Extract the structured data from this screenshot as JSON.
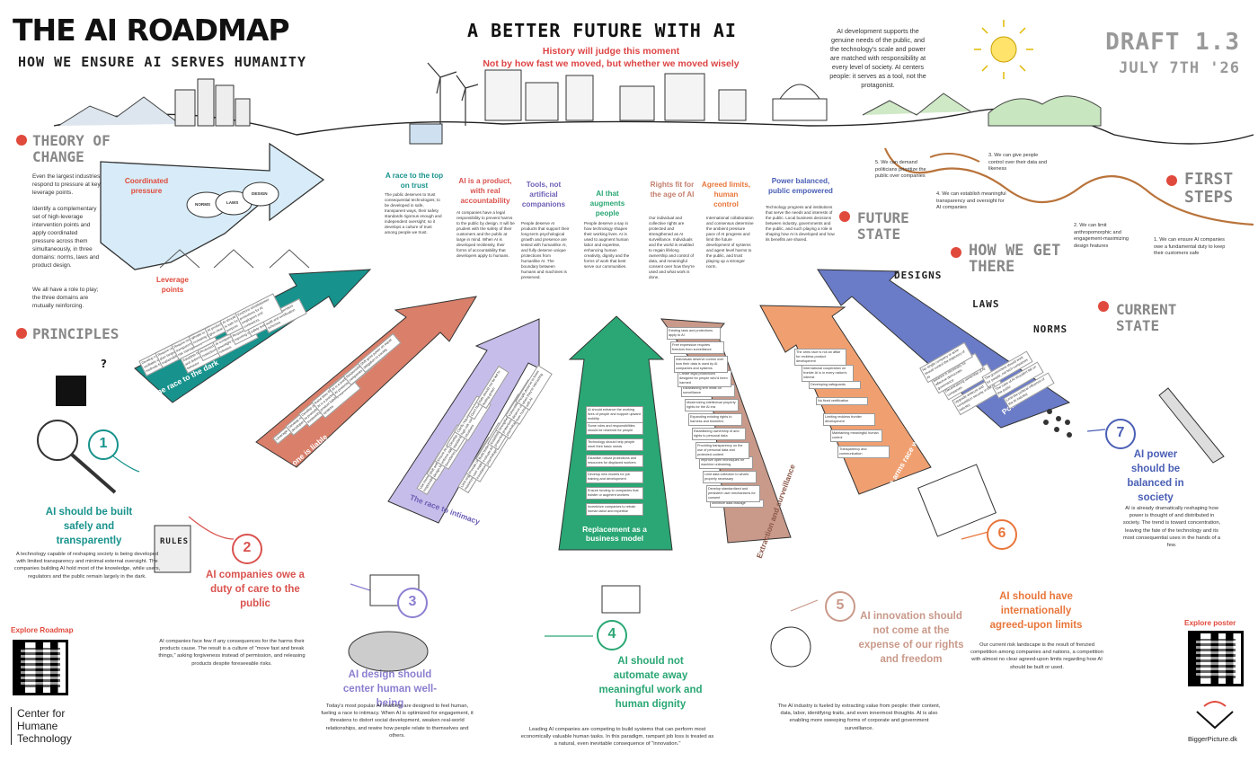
{
  "header": {
    "title": "THE AI ROADMAP",
    "subtitle": "HOW WE ENSURE AI SERVES HUMANITY",
    "center_title": "A BETTER FUTURE WITH AI",
    "tagline_1": "History will judge this moment",
    "tagline_2": "Not by how fast we moved, but whether we moved wisely",
    "draft": "DRAFT 1.3",
    "draft_date": "JULY 7TH '26",
    "intro_right": "AI development supports the genuine needs of the public, and the technology's scale and power are matched with responsibility at every level of society. AI centers people: it serves as a tool, not the protagonist."
  },
  "sections": {
    "theory_of_change": "THEORY OF CHANGE",
    "principles": "PRINCIPLES",
    "future_state": "FUTURE STATE",
    "how_we_get_there": "HOW WE GET THERE",
    "current_state": "CURRENT STATE",
    "first_steps": "FIRST STEPS"
  },
  "theory": {
    "text_1": "Even the largest industries respond to pressure at key leverage points.",
    "text_2": "Identify a complementary set of high-leverage intervention points and apply coordinated pressure across them simultaneously, in three domains: norms, laws and product design.",
    "text_3": "We all have a role to play; the three domains are mutually reinforcing.",
    "coordinated_pressure": "Coordinated pressure",
    "leverage_points": "Leverage points",
    "norms": "NORMS",
    "laws": "LAWS",
    "design": "DESIGN"
  },
  "columns": [
    {
      "head": "A race to the top on trust",
      "color": "#17928c"
    },
    {
      "head": "AI is a product, with real accountability",
      "color": "#d9534f"
    },
    {
      "head": "Tools, not artificial companions",
      "color": "#6b5fb5"
    },
    {
      "head": "AI that augments people",
      "color": "#2aa774"
    },
    {
      "head": "Rights fit for the age of AI",
      "color": "#c47f6e"
    },
    {
      "head": "Agreed limits, human control",
      "color": "#e8763a"
    },
    {
      "head": "Power balanced, public empowered",
      "color": "#4a5fb5"
    }
  ],
  "arrows": [
    {
      "label": "The race to the dark",
      "color": "#17928c"
    },
    {
      "label": "No one is liable",
      "color": "#d97f6a"
    },
    {
      "label": "The race to intimacy",
      "color": "#b3a6dd"
    },
    {
      "label": "Replacement as a business model",
      "color": "#2aa774"
    },
    {
      "label": "Extraction and surveillance",
      "color": "#c9998a"
    },
    {
      "label": "An arms race with no limits",
      "color": "#f0a070"
    },
    {
      "label": "Power in the hands of a few",
      "color": "#6a7bc7"
    }
  ],
  "arrow_steps": {
    "a1": [
      "Develop robust and verifiable evaluation methods for AI",
      "Establish high reliability and deterministic behavior",
      "Require oversight and plan language explainability",
      "Protected \"containers\" or restrictions for AI agents",
      "Require monitoring and transparency testing and risk management",
      "AI companies can't greenlight their own releases",
      "Whistle to configure or reviewing the right way",
      "Require standardized reporting mechanisms",
      "AI products are built to give clear reasoning",
      "Require red-team and safety testing",
      "AI should be as a tool that is safe for specific purpose",
      "Develop independent audit and certification schemes",
      "Enshrine whistleblower protections for AI employees and contractors"
    ],
    "a2": [
      "Leverage strategic litigation",
      "Develop new duties for AI developers",
      "Develop design standards to promote safe and trustworthy development",
      "Raise laws that clarify that AI is a product, and that product liability applies to AI systems",
      "AI is a product, vendors and AI products carry liability",
      "Responsibility lies with companies",
      "Shift grow power on equal obligation to society"
    ],
    "a3": [
      "Use memory features responsibly",
      "Limit engagement-maximizing behaviors",
      "Shift anthropomorphic design features",
      "Provide clear and reliable user support and escalation paths",
      "Ensure AI products enforce appropriate boundaries and end chats",
      "Build better tools to evaluate AI's psychological impact",
      "Develop federal chatbot standards",
      "Establish strong defaulted protections for kids",
      "Clarify requirements for high-risk use cases and situations",
      "Strengthen consumer protections for psychological harms",
      "Don't humanize AI",
      "Vulnerable populations deserve unique protection from humanlike AI",
      "Kids should not be led to feeling grown",
      "People deserve to know when they're interacting with AI"
    ],
    "a4": [
      "Incentivize companies to retrain human labor and expertise",
      "Ensure funding to companies that bolster or augment workers",
      "Develop new models for job training and development",
      "Establish robust protections and resources for displaced workers",
      "Technology should help people meet their basic needs",
      "Some roles and responsibilities should be reserved for people",
      "AI should enhance the working lives of people and support upward mobility"
    ],
    "a5": [
      "Minimize data leakage",
      "Develop standardized and persistent user mechanisms for consent",
      "Limit data collection to what's properly necessary",
      "Improve open techniques for machine unlearning",
      "Providing transparency on the use of personal data and protected content",
      "Establishing ownership of and rights to personal data",
      "Expanding existing rights to harness and biometric",
      "Modernizing intellectual property rights for the AI era",
      "Establishing firm limits on surveillance",
      "Create legal protections designed for people who'd been harmed",
      "Individuals deserve control over how their data is used by AI companies and systems",
      "Free expression requires freedom from surveillance",
      "Existing laws and protections apply to AI"
    ],
    "a6": [
      "Transparency and communication",
      "Maintaining meaningful human control",
      "Limiting reckless frontier development",
      "No fixed certification",
      "Developing safeguards",
      "International cooperation on frontier AI is in every nation's interest",
      "The arms race is not an affair for reckless product development"
    ],
    "a7": [
      "Upgrade antitrust and competition security in the AI industry",
      "Limit the political influence of the AI industry",
      "Decentralizing ownership of AI companies",
      "The rules of AI shouldn't fall on the public",
      "Balance is necessary for effective democratic governance",
      "The government should work for people, not tech companies",
      "No single company or actor should control the trajectory of AI"
    ],
    "cat_design": "DESIGN",
    "cat_laws": "LAWS",
    "cat_norms": "NORMS"
  },
  "col_descs": [
    "The public deserves to trust consequential technologies; to be developed in safe, transparent ways, their safety standards rigorous enough and independent oversight; so it develops a culture of trust among people we trust.",
    "AI companies have a legal responsibility to prevent harms to the public by design. It will be prudent with the safety of their customers and the public at large in mind. When AI is developed recklessly, their forms of accountability that developers apply to humans.",
    "People deserve AI products that support their long-term psychological growth and presence are tested with humanlike AI, and fully deserve unique protections from humanlike AI. The boundary between humans and machines is preserved.",
    "People deserve a say in how technology shapes their working lives. AI is used to augment human labor and expertise, enhancing human creativity, dignity and the forms of work that best serve our communities.",
    "Our individual and collective rights are protected and strengthened as AI surveillance. Individuals and the world is enabled to regain lifelong ownership and control of data, and meaningful consent over how they're used and what work is done.",
    "International collaboration and consensus determine the ambient pressure pace of AI progress and limit the future development of systems and agent level harms to the public, and trust playing up a stronger norm.",
    "Technology progress and institutions that serve the needs and interests of the public. Local business decisions between industry, governments and the public, and such playing a role in shaping how AI is developed and how its benefits are shared."
  ],
  "future_steps": [
    {
      "num": "5",
      "text": "We can demand politicians prioritize the public over companies"
    },
    {
      "num": "4",
      "text": "We can establish meaningful transparency and oversight for AI companies"
    },
    {
      "num": "3",
      "text": "We can give people control over their data and likeness"
    },
    {
      "num": "2",
      "text": "We can limit anthropomorphic and engagement-maximizing design features"
    },
    {
      "num": "1",
      "text": "We can ensure AI companies owe a fundamental duty to keep their customers safe"
    }
  ],
  "principles": [
    {
      "num": "1",
      "title": "AI should be built safely and transparently",
      "color": "#17928c",
      "text": "A technology capable of reshaping society is being developed with limited transparency and minimal external oversight. The companies building AI hold most of the knowledge, while users, regulators and the public remain largely in the dark."
    },
    {
      "num": "2",
      "title": "AI companies owe a duty of care to the public",
      "color": "#d9534f",
      "text": "AI companies face few if any consequences for the harms their products cause. The result is a culture of \"move fast and break things,\" asking forgiveness instead of permission, and releasing products despite foreseeable risks."
    },
    {
      "num": "3",
      "title": "AI design should center human well-being",
      "color": "#8a7fd0",
      "text": "Today's most popular AI chatbots are designed to feel human, fueling a race to intimacy. When AI is optimized for engagement, it threatens to distort social development, weaken real-world relationships, and rewire how people relate to themselves and others."
    },
    {
      "num": "4",
      "title": "AI should not automate away meaningful work and human dignity",
      "color": "#2aa774",
      "text": "Leading AI companies are competing to build systems that can perform most economically valuable human tasks. In this paradigm, rampant job loss is treated as a natural, even inevitable consequence of \"innovation.\""
    },
    {
      "num": "5",
      "title": "AI innovation should not come at the expense of our rights and freedom",
      "color": "#c9998a",
      "text": "The AI industry is fueled by extracting value from people: their content, data, labor, identifying traits, and even innermost thoughts. AI is also enabling more sweeping forms of corporate and government surveillance."
    },
    {
      "num": "6",
      "title": "AI should have internationally agreed-upon limits",
      "color": "#e8763a",
      "text": "Our current risk landscape is the result of frenzied competition among companies and nations, a competition with almost no clear agreed-upon limits regarding how AI should be built or used."
    },
    {
      "num": "7",
      "title": "AI power should be balanced in society",
      "color": "#4a5fb5",
      "text": "AI is already dramatically reshaping how power is thought of and distributed in society. The trend is toward concentration, leaving the fate of the technology and its most consequential uses in the hands of a few."
    }
  ],
  "footer": {
    "explore_roadmap": "Explore Roadmap",
    "explore_poster": "Explore poster",
    "org_1": "Center for",
    "org_2": "Humane",
    "org_3": "Technology",
    "credit": "BiggerPicture.dk"
  },
  "misc": {
    "rules": "RULES",
    "question_mark": "?"
  }
}
